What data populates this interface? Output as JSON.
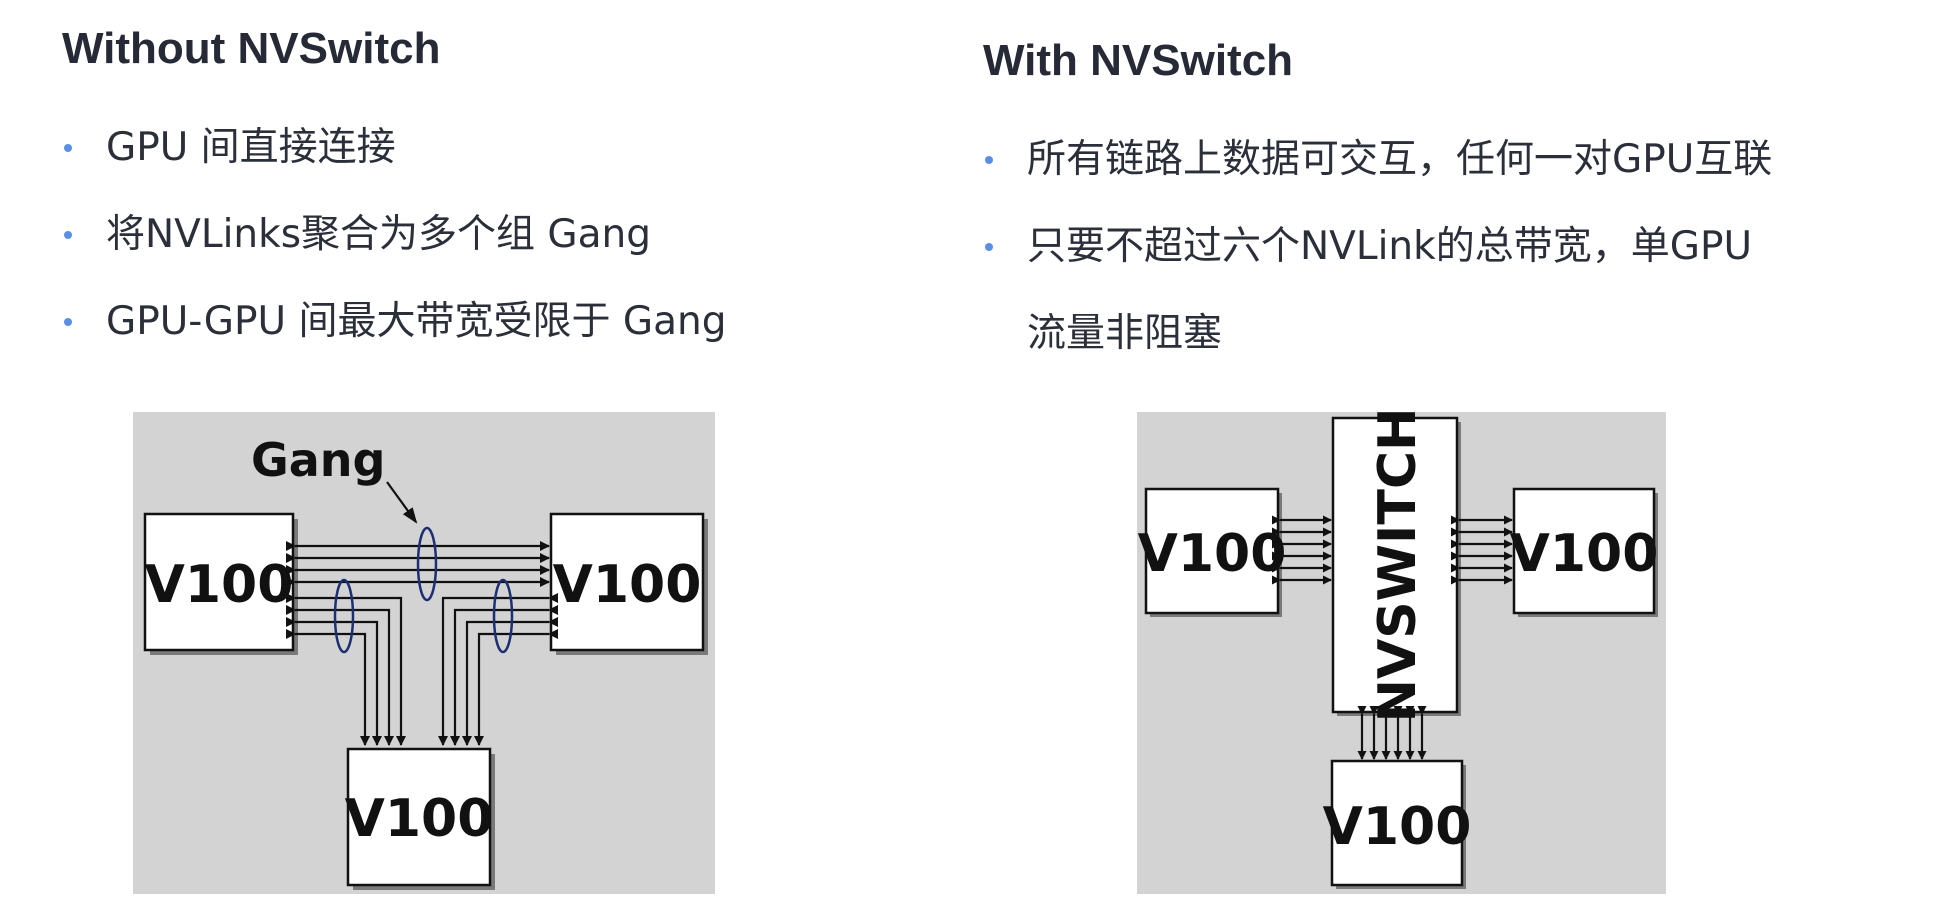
{
  "left": {
    "title": "Without NVSwitch",
    "bullets": [
      "GPU 间直接连接",
      "将NVLinks聚合为多个组 Gang",
      "GPU-GPU 间最大带宽受限于 Gang"
    ],
    "diagram": {
      "gang_label": "Gang",
      "gpu_labels": [
        "V100",
        "V100",
        "V100"
      ]
    }
  },
  "right": {
    "title": "With NVSwitch",
    "bullets": [
      "所有链路上数据可交互，任何一对GPU互联",
      "只要不超过六个NVLink的总带宽，单GPU"
    ],
    "bullet2_wrap": "流量非阻塞",
    "diagram": {
      "switch_label": "NVSWITCH",
      "gpu_labels": [
        "V100",
        "V100",
        "V100"
      ]
    }
  },
  "colors": {
    "bullet": "#5b8fe6",
    "diagram_bg": "#d3d3d3",
    "ellipse": "#1c2f72",
    "text": "#2b2f3a"
  }
}
